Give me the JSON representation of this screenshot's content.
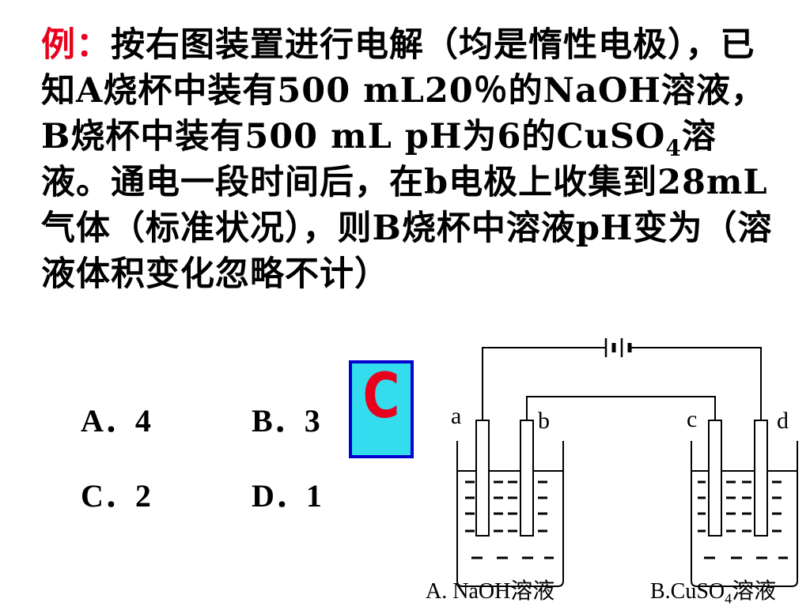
{
  "question": {
    "label": "例：",
    "text_before_sub": "按右图装置进行电解（均是惰性电极），已知A烧杯中装有500  mL20％的NaOH溶液，B烧杯中装有500  mL  pH为6的CuSO",
    "subscript": "4",
    "text_after_sub": "溶液。通电一段时间后，在b电极上收集到28mL气体（标准状况），则B烧杯中溶液pH变为（溶液体积变化忽略不计）"
  },
  "options": [
    {
      "letter": "A．",
      "value": "4"
    },
    {
      "letter": "B．",
      "value": "3"
    },
    {
      "letter": "C．",
      "value": "2"
    },
    {
      "letter": "D．",
      "value": "1"
    }
  ],
  "answer": "C",
  "colors": {
    "accent": "#e8001c",
    "answer_bg": "#33ddee",
    "answer_border": "#0000cc"
  },
  "diagram": {
    "electrodes": [
      "a",
      "b",
      "c",
      "d"
    ],
    "beaker_a_label": "A. NaOH溶液",
    "beaker_b_label_prefix": "B.CuSO",
    "beaker_b_label_sub": "4",
    "beaker_b_label_suffix": "溶液",
    "battery_icon": "battery-icon"
  }
}
